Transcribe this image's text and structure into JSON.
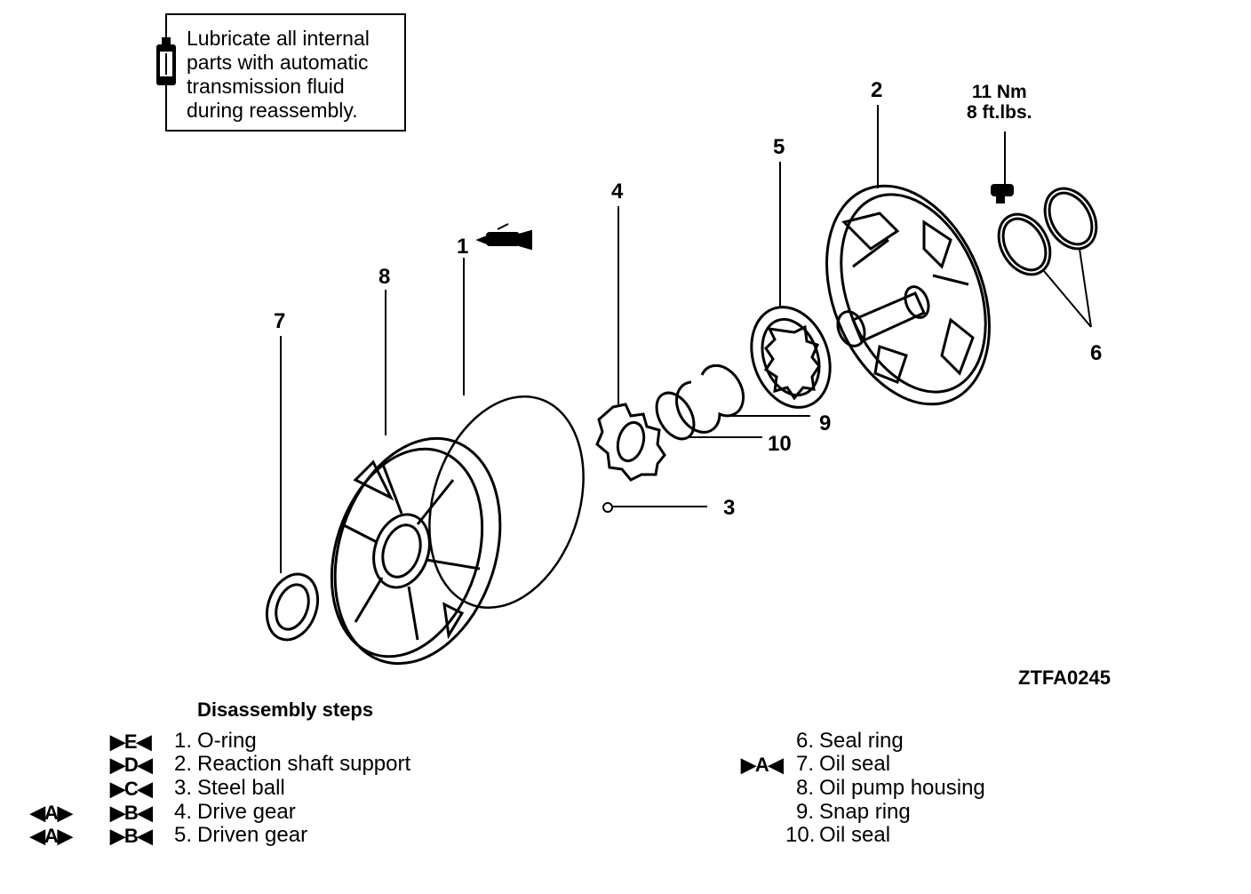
{
  "note": {
    "lines": [
      "Lubricate all internal",
      "parts with automatic",
      "transmission fluid",
      "during reassembly."
    ],
    "icon": "oil-bottle-icon"
  },
  "callouts": {
    "c1": "1",
    "c2": "2",
    "c3": "3",
    "c4": "4",
    "c5": "5",
    "c6": "6",
    "c7": "7",
    "c8": "8",
    "c9": "9",
    "c10": "10"
  },
  "torque": {
    "nm": "11 Nm",
    "ftlbs": "8 ft.lbs."
  },
  "figure_code": "ZTFA0245",
  "steps_title": "Disassembly steps",
  "steps": [
    {
      "num": "1.",
      "text": "O-ring"
    },
    {
      "num": "2.",
      "text": "Reaction shaft support"
    },
    {
      "num": "3.",
      "text": "Steel ball"
    },
    {
      "num": "4.",
      "text": "Drive gear"
    },
    {
      "num": "5.",
      "text": "Driven gear"
    },
    {
      "num": "6.",
      "text": "Seal ring"
    },
    {
      "num": "7.",
      "text": "Oil seal"
    },
    {
      "num": "8.",
      "text": "Oil pump housing"
    },
    {
      "num": "9.",
      "text": "Snap ring"
    },
    {
      "num": "10.",
      "text": "Oil seal"
    }
  ],
  "marks": {
    "step1": "▶E◀",
    "step2": "▶D◀",
    "step3": "▶C◀",
    "step4": "▶B◀",
    "step5": "▶B◀",
    "step4_left": "◀A▶",
    "step5_left": "◀A▶",
    "step7": "▶A◀"
  }
}
